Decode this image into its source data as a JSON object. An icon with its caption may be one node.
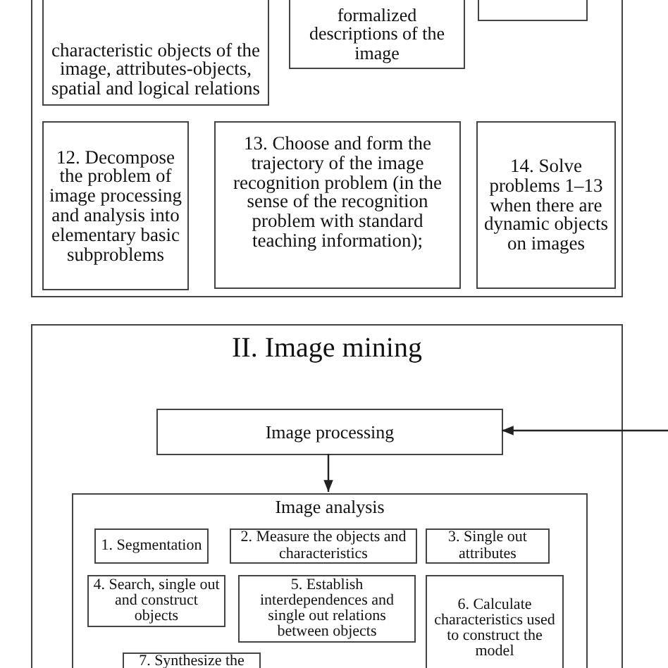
{
  "diagram": {
    "nodes": [
      {
        "text": [],
        "shape": "box"
      },
      {
        "text": [
          "characteristic objects of the image, attributes-objects, spatial and logical relations"
        ],
        "in": 0
      },
      {
        "text": [
          "formalized descriptions of the image"
        ],
        "in": 0
      },
      {
        "text": [],
        "shape": "box",
        "in": 0
      },
      {
        "text": [
          "12. Decompose the problem of image processing and analysis into elementary basic subproblems"
        ],
        "in": 0
      },
      {
        "text": [
          "13. Choose and form the trajectory of the image recognition problem (in the sense of the recognition problem with standard teaching information);"
        ],
        "in": 0
      },
      {
        "text": [
          "14. Solve problems 1–13 when there are dynamic objects on images"
        ],
        "in": 0
      },
      {
        "text": [
          "II. Image mining"
        ]
      },
      {
        "text": [
          "Image processing"
        ],
        "in": 7
      },
      {
        "text": [
          "Image analysis"
        ],
        "in": 7
      },
      {
        "text": [
          "1. Segmentation"
        ],
        "in": 9
      },
      {
        "text": [
          "2. Measure the objects and characteristics"
        ],
        "in": 9
      },
      {
        "text": [
          "3. Single out attributes"
        ],
        "in": 9
      },
      {
        "text": [
          "4. Search, single out and construct objects"
        ],
        "in": 9
      },
      {
        "text": [
          "5. Establish interdependences and single out relations between objects"
        ],
        "in": 9
      },
      {
        "text": [
          "6. Calculate characteristics used to construct the model"
        ],
        "in": 9
      },
      {
        "text": [
          "7. Synthesize the"
        ],
        "in": 9
      }
    ],
    "edges": [
      {
        "from": null,
        "to": 8,
        "arrow": "to"
      },
      {
        "from": 8,
        "to": 9,
        "arrow": "to"
      }
    ]
  }
}
